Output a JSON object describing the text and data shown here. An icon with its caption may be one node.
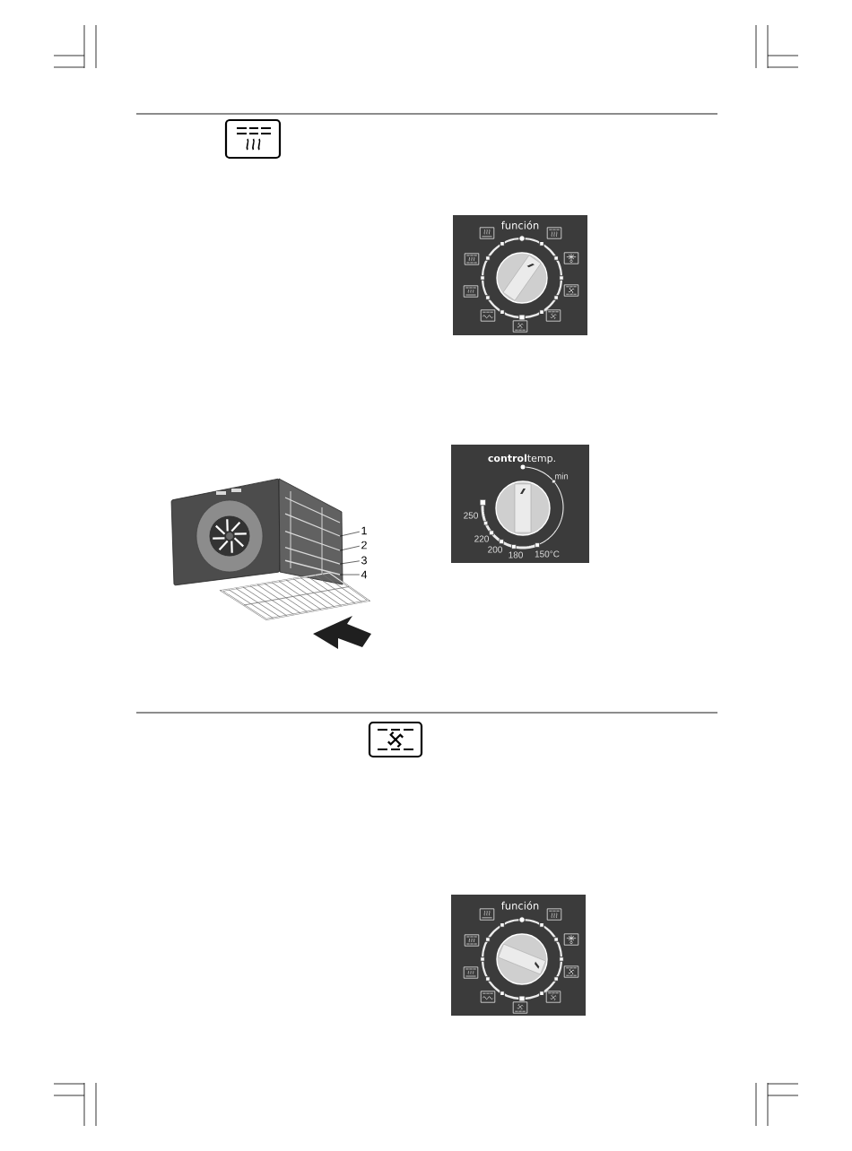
{
  "diagram": {
    "nodes": [
      {
        "text": [
          "1"
        ]
      },
      {
        "text": [
          "2"
        ]
      },
      {
        "text": [
          "3"
        ]
      },
      {
        "text": [
          "4"
        ]
      },
      {
        "text": [],
        "shape": "bar"
      },
      {
        "text": [],
        "shape": "bar"
      },
      {
        "text": [],
        "shape": "bar"
      },
      {
        "text": [],
        "shape": "bar"
      },
      {
        "text": [],
        "shape": "bar"
      }
    ],
    "edges": [
      {
        "from": 0,
        "to": 5,
        "arrow": "none"
      },
      {
        "from": 1,
        "to": 6,
        "arrow": "none"
      },
      {
        "from": 2,
        "to": 7,
        "arrow": "none"
      },
      {
        "from": 3,
        "to": 8,
        "arrow": "none"
      }
    ],
    "labels": [
      "función",
      "**control**temp.",
      "min",
      "250",
      "220",
      "200",
      "180",
      "150°C",
      "función"
    ]
  }
}
